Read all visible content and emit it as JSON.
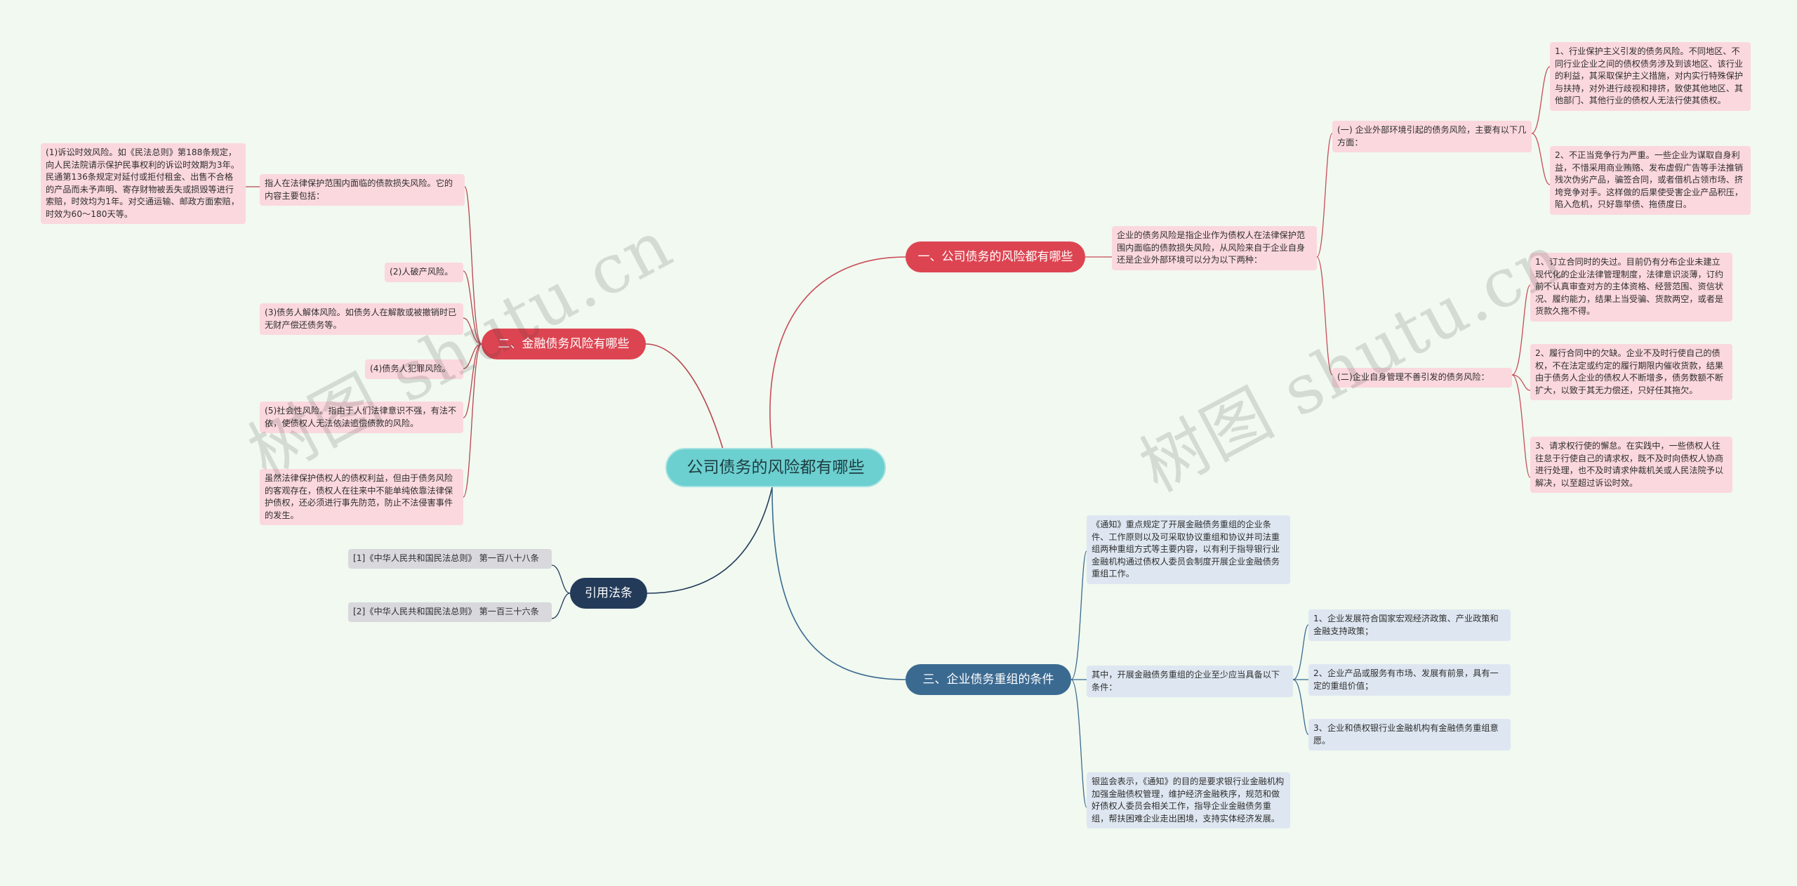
{
  "root": "公司债务的风险都有哪些",
  "colors": {
    "background": "#f1f9f0",
    "root": "#6ccfd0",
    "red_branch": "#dd4451",
    "navy_branch": "#233a59",
    "steel_branch": "#3b6a91",
    "pink_leaf": "#fbd8de",
    "blue_leaf": "#dee7f1"
  },
  "branch1": {
    "title": "一、公司债务的风险都有哪些",
    "intro": "企业的债务风险是指企业作为债权人在法律保护范围内面临的债款损失风险，从风险来自于企业自身还是企业外部环境可以分为以下两种：",
    "sub1": {
      "title": "(一) 企业外部环境引起的债务风险，主要有以下几方面：",
      "items": [
        "1、行业保护主义引发的债务风险。不同地区、不同行业企业之间的债权债务涉及到该地区、该行业的利益，其采取保护主义措施，对内实行特殊保护与扶持，对外进行歧视和排挤，致使其他地区、其他部门、其他行业的债权人无法行使其债权。",
        "2、不正当竞争行为严重。一些企业为谋取自身利益，不惜采用商业贿赂、发布虚假广告等手法推销残次伪劣产品，骗签合同，或者借机占领市场、挤垮竞争对手。这样做的后果使受害企业产品积压，陷入危机，只好靠举债、拖债度日。"
      ]
    },
    "sub2": {
      "title": "(二)企业自身管理不善引发的债务风险：",
      "items": [
        "1、订立合同时的失过。目前仍有分布企业未建立现代化的企业法律管理制度，法律意识淡薄，订约前不认真审查对方的主体资格、经营范围、资信状况、履约能力，结果上当受骗、货款两空，或者是货款久拖不得。",
        "2、履行合同中的欠缺。企业不及时行使自己的债权，不在法定或约定的履行期限内催收货款，结果由于债务人企业的债权人不断增多，债务数额不断扩大，以致于其无力偿还，只好任其拖欠。",
        "3、请求权行使的懈怠。在实践中，一些债权人往往怠于行使自己的请求权，既不及时向债权人协商进行处理，也不及时请求仲裁机关或人民法院予以解决，以至超过诉讼时效。"
      ]
    }
  },
  "branch2": {
    "title": "二、金融债务风险有哪些",
    "items": [
      "指人在法律保护范围内面临的债款损失风险。它的内容主要包括：",
      "(2)人破产风险。",
      "(3)债务人解体风险。如债务人在解散或被撤销时已无财产偿还债务等。",
      "(4)债务人犯罪风险。",
      "(5)社会性风险。指由于人们法律意识不强，有法不依，使债权人无法依法追偿债款的风险。",
      "虽然法律保护债权人的债权利益，但由于债务风险的客观存在，债权人在往来中不能单纯依靠法律保护债权，还必须进行事先防范，防止不法侵害事件的发生。"
    ],
    "detail": "(1)诉讼时效风险。如《民法总则》第188条规定，向人民法院请示保护民事权利的诉讼时效期为3年。民通第136条规定对延付或拒付租金、出售不合格的产品而未予声明、寄存财物被丢失或损毁等进行索赔，时效均为1年。对交通运输、邮政方面索赔，时效为60～180天等。"
  },
  "branch3": {
    "title": "引用法条",
    "items": [
      "[1]《中华人民共和国民法总则》 第一百八十八条",
      "[2]《中华人民共和国民法总则》 第一百三十六条"
    ]
  },
  "branch4": {
    "title": "三、企业债务重组的条件",
    "intro": "《通知》重点规定了开展金融债务重组的企业条件、工作原则以及可采取协议重组和协议并司法重组两种重组方式等主要内容，以有利于指导银行业金融机构通过债权人委员会制度开展企业金融债务重组工作。",
    "middle": "其中，开展金融债务重组的企业至少应当具备以下条件：",
    "conditions": [
      "1、企业发展符合国家宏观经济政策、产业政策和金融支持政策；",
      "2、企业产品或服务有市场、发展有前景，具有一定的重组价值；",
      "3、企业和债权银行业金融机构有金融债务重组意愿。"
    ],
    "outro": "银监会表示，《通知》的目的是要求银行业金融机构加强金融债权管理，维护经济金融秩序，规范和做好债权人委员会相关工作，指导企业金融债务重组，帮扶困难企业走出困境，支持实体经济发展。"
  },
  "watermark": [
    "树图 shutu.cn",
    "树图 shutu.cn"
  ]
}
